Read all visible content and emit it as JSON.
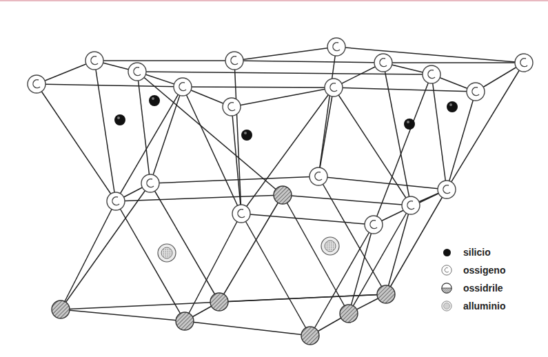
{
  "diagram": {
    "legend": [
      {
        "text": "silicio",
        "color": "#111111"
      },
      {
        "text": "ossigeno"
      },
      {
        "text": "ossidrile"
      },
      {
        "text": "alluminio"
      }
    ]
  }
}
